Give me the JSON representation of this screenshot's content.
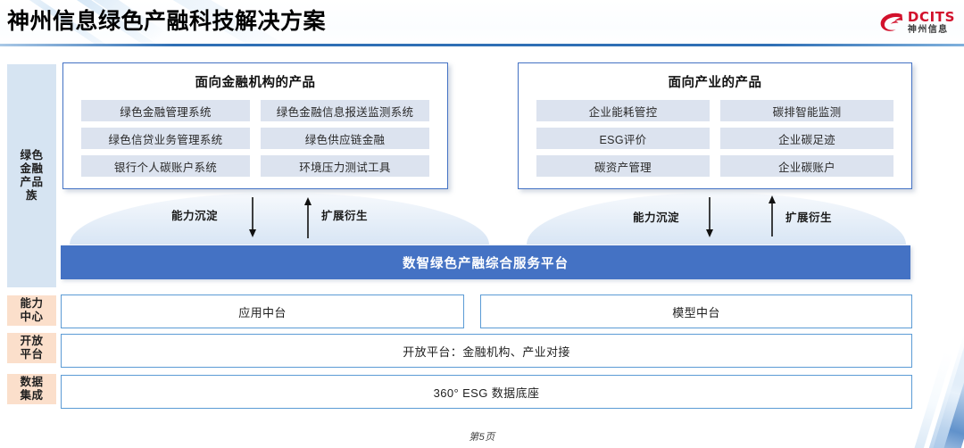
{
  "header": {
    "title": "神州信息绿色产融科技解决方案",
    "logo": {
      "en": "DCITS",
      "cn": "神州信息"
    }
  },
  "sidebar": {
    "items": [
      {
        "id": "green-finance-product-family",
        "label": "绿色\n金融\n产品\n族",
        "color": "#d6e4f2"
      },
      {
        "id": "capability-center",
        "label": "能力\n中心",
        "color": "#fbdfcb"
      },
      {
        "id": "open-platform",
        "label": "开放\n平台",
        "color": "#fbdfcb"
      },
      {
        "id": "data-integration",
        "label": "数据\n集成",
        "color": "#fbdfcb"
      }
    ]
  },
  "panels": {
    "left": {
      "title": "面向金融机构的产品",
      "items": [
        "绿色金融管理系统",
        "绿色金融信息报送监测系统",
        "绿色信贷业务管理系统",
        "绿色供应链金融",
        "银行个人碳账户系统",
        "环境压力测试工具"
      ]
    },
    "right": {
      "title": "面向产业的产品",
      "items": [
        "企业能耗管控",
        "碳排智能监测",
        "ESG评价",
        "企业碳足迹",
        "碳资产管理",
        "企业碳账户"
      ]
    }
  },
  "flows": {
    "left": {
      "down_label": "能力沉淀",
      "up_label": "扩展衍生"
    },
    "right": {
      "down_label": "能力沉淀",
      "up_label": "扩展衍生"
    }
  },
  "platform": {
    "label": "数智绿色产融综合服务平台",
    "color": "#4472c4"
  },
  "layers": {
    "capability": [
      {
        "label": "应用中台"
      },
      {
        "label": "模型中台"
      }
    ],
    "open_platform": {
      "label": "开放平台：金融机构、产业对接"
    },
    "data_foundation": {
      "label": "360° ESG 数据底座"
    }
  },
  "footer": {
    "page": "第5页"
  }
}
